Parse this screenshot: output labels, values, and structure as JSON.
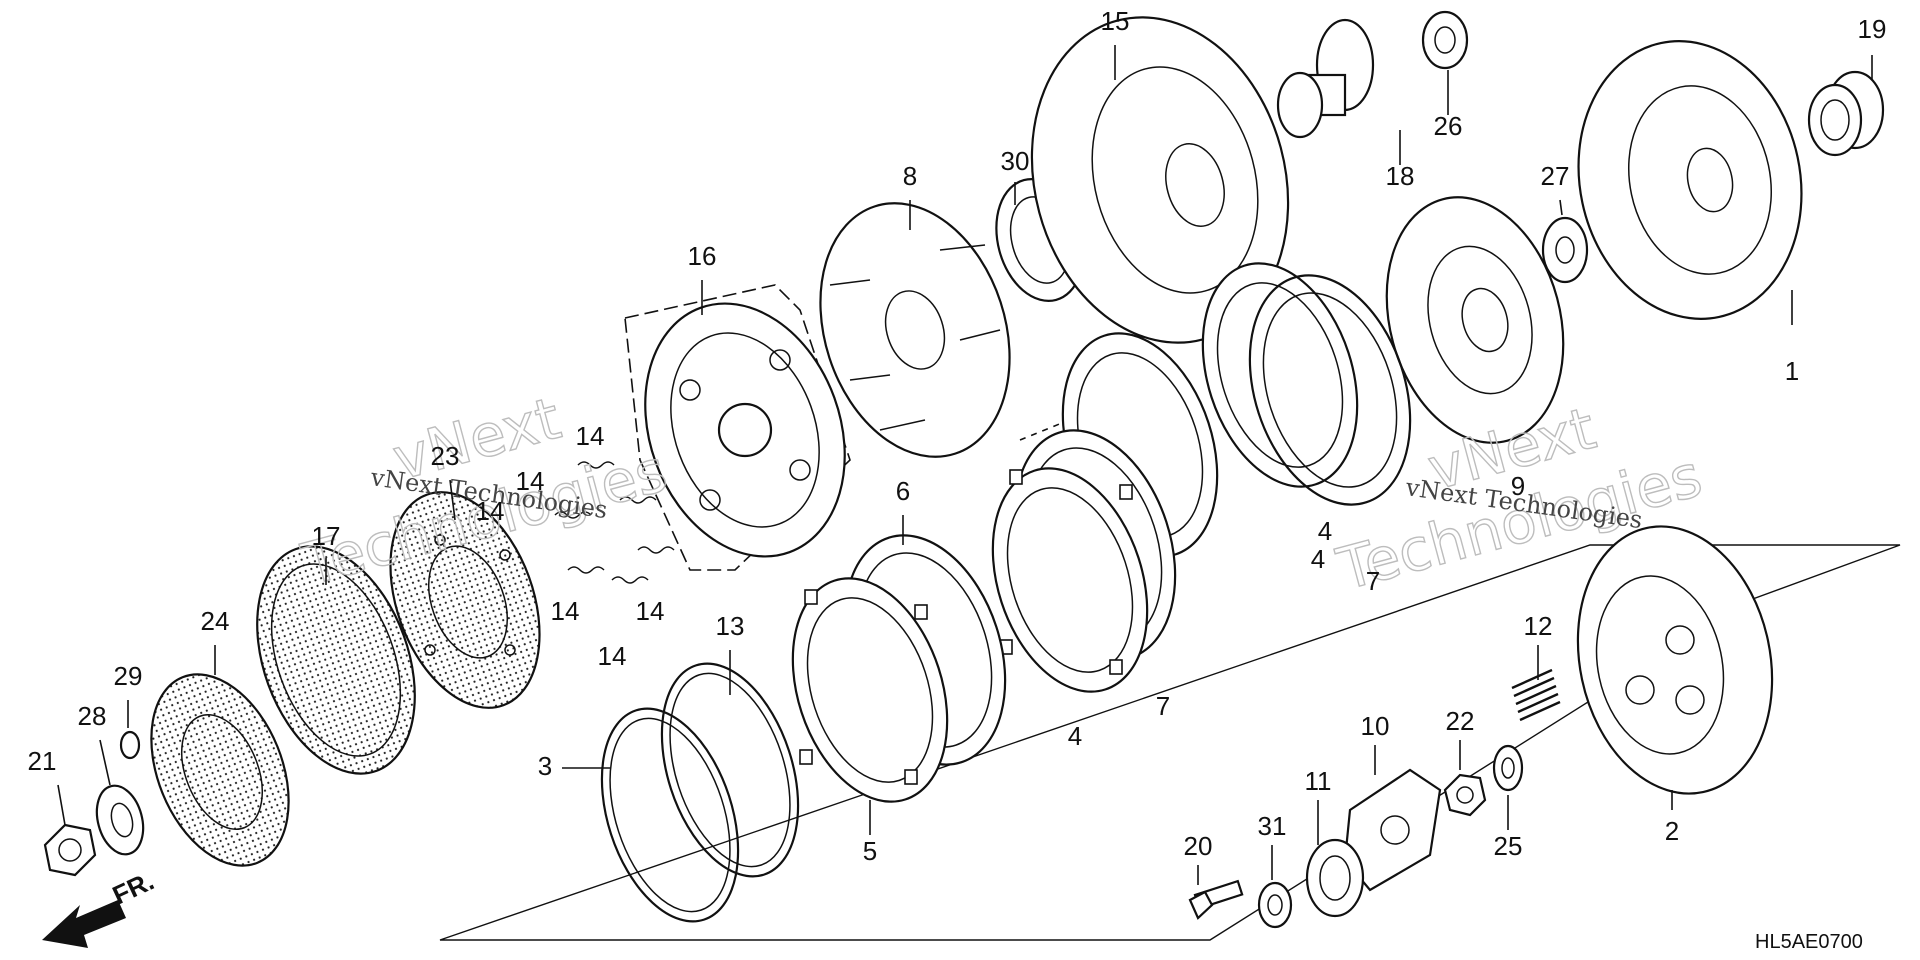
{
  "diagram": {
    "drawing_code": "HL5AE0700",
    "direction_label": "FR.",
    "watermark_text": "vNext Technologies",
    "callouts": [
      "1",
      "2",
      "3",
      "4",
      "5",
      "6",
      "7",
      "8",
      "9",
      "10",
      "11",
      "12",
      "13",
      "14",
      "15",
      "16",
      "17",
      "18",
      "19",
      "20",
      "21",
      "22",
      "23",
      "24",
      "25",
      "26",
      "27",
      "28",
      "29",
      "30",
      "31"
    ]
  },
  "colors": {
    "line": "#111111",
    "background": "#ffffff",
    "watermark": "#bdbdbd"
  }
}
